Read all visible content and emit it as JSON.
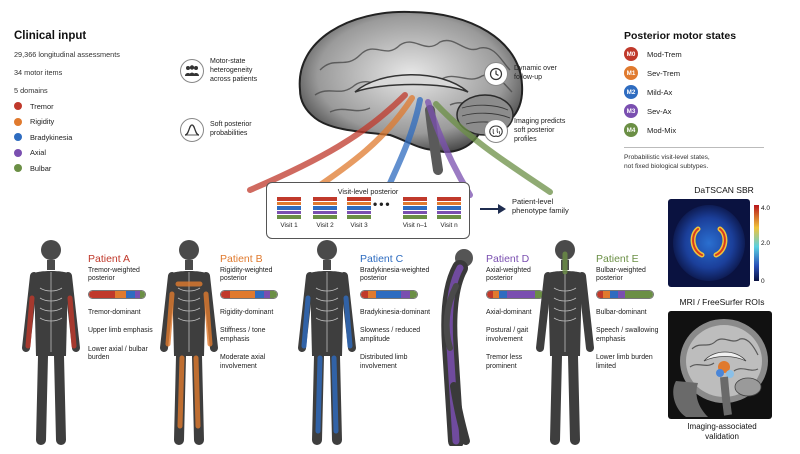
{
  "clinical": {
    "title": "Clinical input",
    "stats": [
      "29,366 longitudinal assessments",
      "34 motor items",
      "5 domains"
    ],
    "domains": [
      {
        "label": "Tremor",
        "color": "#c0392b"
      },
      {
        "label": "Rigidity",
        "color": "#e07a2e"
      },
      {
        "label": "Bradykinesia",
        "color": "#2e6cc0"
      },
      {
        "label": "Axial",
        "color": "#7a4fb0"
      },
      {
        "label": "Bulbar",
        "color": "#6b8f45"
      }
    ]
  },
  "callouts": [
    {
      "icon": "people-icon",
      "text": "Motor-state\nheterogeneity\nacross patients"
    },
    {
      "icon": "bell-curve-icon",
      "text": "Soft posterior\nprobabilities"
    },
    {
      "icon": "clock-icon",
      "text": "Dynamic over\nfollow-up"
    },
    {
      "icon": "brain-icon",
      "text": "Imaging predicts\nsoft posterior\nprofiles"
    }
  ],
  "states": {
    "title": "Posterior motor states",
    "items": [
      {
        "code": "M0",
        "label": "Mod-Trem",
        "color": "#c0392b"
      },
      {
        "code": "M1",
        "label": "Sev-Trem",
        "color": "#e07a2e"
      },
      {
        "code": "M2",
        "label": "Mild-Ax",
        "color": "#2e6cc0"
      },
      {
        "code": "M3",
        "label": "Sev-Ax",
        "color": "#7a4fb0"
      },
      {
        "code": "M4",
        "label": "Mod-Mix",
        "color": "#6b8f45"
      }
    ],
    "note": "Probabilistic visit-level states,\nnot fixed biological subtypes."
  },
  "visits": {
    "title": "Visit-level posterior",
    "labels": [
      "Visit 1",
      "Visit 2",
      "Visit 3",
      "Visit n–1",
      "Visit n"
    ],
    "ellipsis": "•••"
  },
  "phenotype": {
    "label": "Patient-level\nphenotype family"
  },
  "patients": [
    {
      "name": "Patient A",
      "subtitle": "Tremor-weighted\nposterior",
      "color": "#c0392b",
      "profile": [
        0.46,
        0.2,
        0.16,
        0.1,
        0.08
      ],
      "notes": [
        "Tremor-dominant",
        "Upper limb emphasis",
        "Lower axial / bulbar\nburden"
      ]
    },
    {
      "name": "Patient B",
      "subtitle": "Rigidity-weighted\nposterior",
      "color": "#e07a2e",
      "profile": [
        0.16,
        0.44,
        0.16,
        0.12,
        0.12
      ],
      "notes": [
        "Rigidity-dominant",
        "Stiffness / tone\nemphasis",
        "Moderate axial\ninvolvement"
      ]
    },
    {
      "name": "Patient C",
      "subtitle": "Bradykinesia-weighted\nposterior",
      "color": "#2e6cc0",
      "profile": [
        0.12,
        0.14,
        0.46,
        0.16,
        0.12
      ],
      "notes": [
        "Bradykinesia-dominant",
        "Slowness / reduced\namplitude",
        "Distributed limb\ninvolvement"
      ]
    },
    {
      "name": "Patient D",
      "subtitle": "Axial-weighted\nposterior",
      "color": "#7a4fb0",
      "profile": [
        0.1,
        0.12,
        0.14,
        0.5,
        0.14
      ],
      "notes": [
        "Axial-dominant",
        "Postural / gait\ninvolvement",
        "Tremor less\nprominent"
      ]
    },
    {
      "name": "Patient E",
      "subtitle": "Bulbar-weighted\nposterior",
      "color": "#6b8f45",
      "profile": [
        0.1,
        0.14,
        0.14,
        0.12,
        0.5
      ],
      "notes": [
        "Bulbar-dominant",
        "Speech / swallowing\nemphasis",
        "Lower limb burden\nlimited"
      ]
    }
  ],
  "datscan": {
    "title": "DaTSCAN SBR",
    "ticks": [
      "4.0",
      "2.0",
      "0"
    ]
  },
  "mri": {
    "title": "MRI / FreeSurfer ROIs"
  },
  "validation": {
    "text": "Imaging-associated\nvalidation"
  }
}
